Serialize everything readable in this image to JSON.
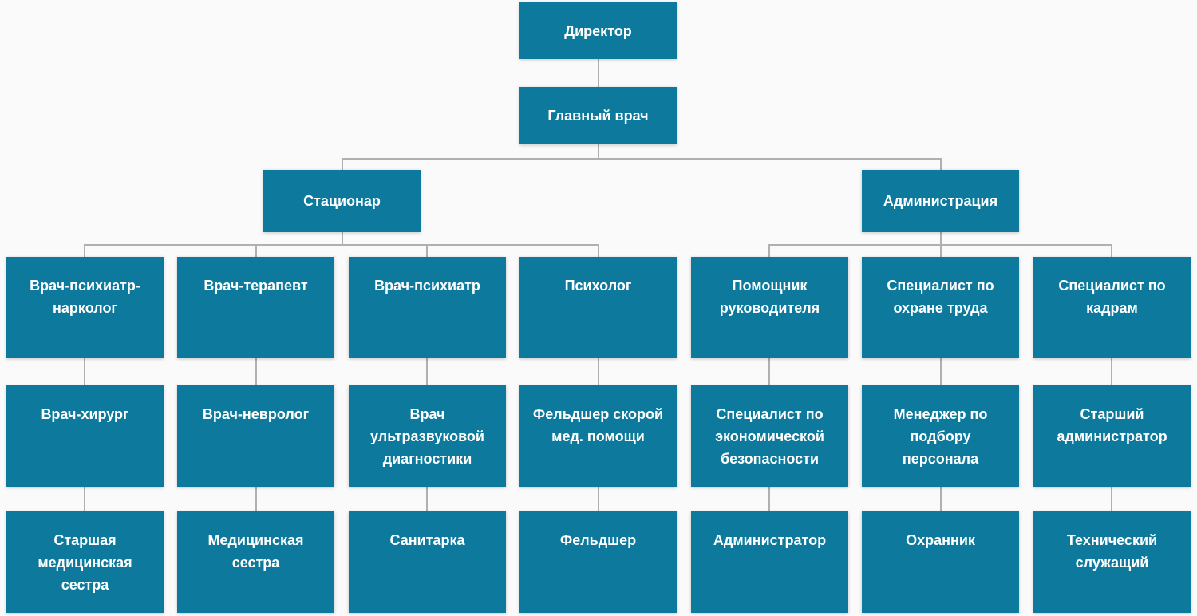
{
  "colors": {
    "box_fill": "#0d799c",
    "box_text": "#ffffff",
    "connector": "#b0b0b0",
    "background": "#fafafa"
  },
  "org": {
    "director": "Директор",
    "chief_physician": "Главный врач",
    "branches": [
      {
        "label": "Стационар"
      },
      {
        "label": "Администрация"
      }
    ],
    "columns": [
      {
        "top": "Врач-психиатр-\nнарколог",
        "middle": "Врач-хирург",
        "bottom": "Старшая\nмедицинская\nсестра"
      },
      {
        "top": "Врач-терапевт",
        "middle": "Врач-невролог",
        "bottom": "Медицинская\nсестра"
      },
      {
        "top": "Врач-психиатр",
        "middle": "Врач\nультразвуковой\nдиагностики",
        "bottom": "Санитарка"
      },
      {
        "top": "Психолог",
        "middle": "Фельдшер скорой\nмед. помощи",
        "bottom": "Фельдшер"
      },
      {
        "top": "Помощник\nруководителя",
        "middle": "Специалист по\nэкономической\nбезопасности",
        "bottom": "Администратор"
      },
      {
        "top": "Специалист по\nохране труда",
        "middle": "Менеджер по\nподбору\nперсонала",
        "bottom": "Охранник"
      },
      {
        "top": "Специалист по\nкадрам",
        "middle": "Старший\nадминистратор",
        "bottom": "Технический\nслужащий"
      }
    ]
  }
}
